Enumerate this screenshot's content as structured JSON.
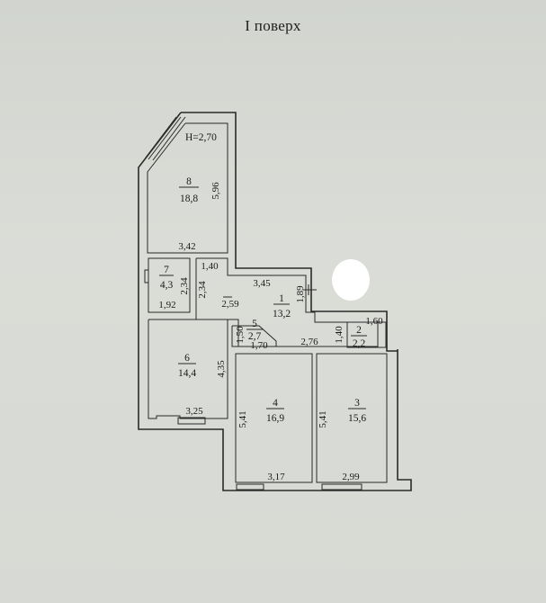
{
  "title": "I поверх",
  "ceiling_height": "H=2,70",
  "rooms": [
    {
      "number": "1",
      "area": "13,2"
    },
    {
      "number": "2",
      "area": "2,2"
    },
    {
      "number": "3",
      "area": "15,6"
    },
    {
      "number": "4",
      "area": "16,9"
    },
    {
      "number": "5",
      "area": "2,7"
    },
    {
      "number": "6",
      "area": "14,4"
    },
    {
      "number": "7",
      "area": "4,3"
    },
    {
      "number": "8",
      "area": "18,8"
    }
  ],
  "dimensions": {
    "r8_height": "5,96",
    "r8_width": "3,42",
    "r7_height": "2,34",
    "r7_width": "1,92",
    "r1_height_left": "2,34",
    "r1_upper_left": "1,40",
    "r1_top": "3,45",
    "r1_right": "1,89",
    "r1_mid": "2,59",
    "r2_height": "1,40",
    "r2_width": "1,60",
    "r5_height": "1,50",
    "r5_width": "1,70",
    "hall_lower": "2,76",
    "r6_height": "4,35",
    "r6_width": "3,25",
    "r4_height": "5,41",
    "r4_width": "3,17",
    "r3_height": "5,41",
    "r3_width": "2,99"
  }
}
